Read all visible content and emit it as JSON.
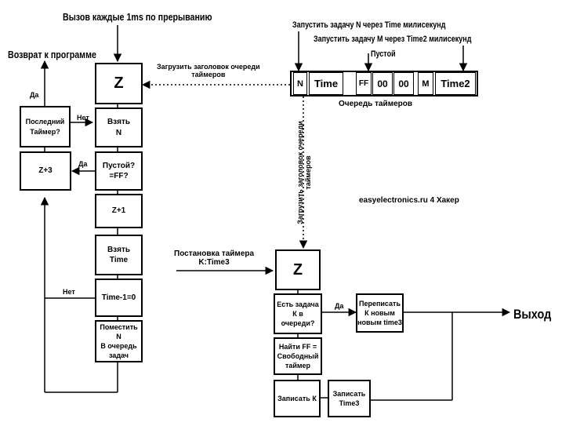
{
  "title_interrupt": "Вызов каждые 1ms по прерыванию",
  "return_label": "Возврат к программе",
  "load_head_label": "Загрузить заголовок очереди\nтаймеров",
  "load_head_vertical": "Загрузить заголовок очереди\nтаймеров",
  "queue": {
    "caption": "Очередь таймеров",
    "run_n": "Запустить задачу N через Time милисекунд",
    "run_m": "Запустить задачу M через Time2 милисекунд",
    "empty": "Пустой",
    "cells": [
      "N",
      "Time",
      "FF",
      "00",
      "00",
      "M",
      "Time2"
    ]
  },
  "left_flow": {
    "z": "Z",
    "take_n": "Взять\nN",
    "empty_q": "Пустой?\n=FF?",
    "z1": "Z+1",
    "take_time": "Взять\nTime",
    "time_dec": "Time-1=0",
    "put_n": "Поместить N\nВ очередь\nзадач",
    "last_timer": "Последний\nТаймер?",
    "z3": "Z+3",
    "yes1": "Да",
    "no1": "Нет",
    "yes2": "Да",
    "no2": "Нет"
  },
  "right_flow": {
    "setup": "Постановка таймера\nK:Time3",
    "z": "Z",
    "has_task": "Есть задача\nК в очереди?",
    "yes": "Да",
    "rewrite": "Переписать\nК новым\nновым time3",
    "find_ff": "Найти FF =\nСвободный\nтаймер",
    "write_k": "Записать К",
    "write_time3": "Записать\nTime3",
    "exit": "Выход"
  },
  "watermark": "easyelectronics.ru 4 Хакер"
}
